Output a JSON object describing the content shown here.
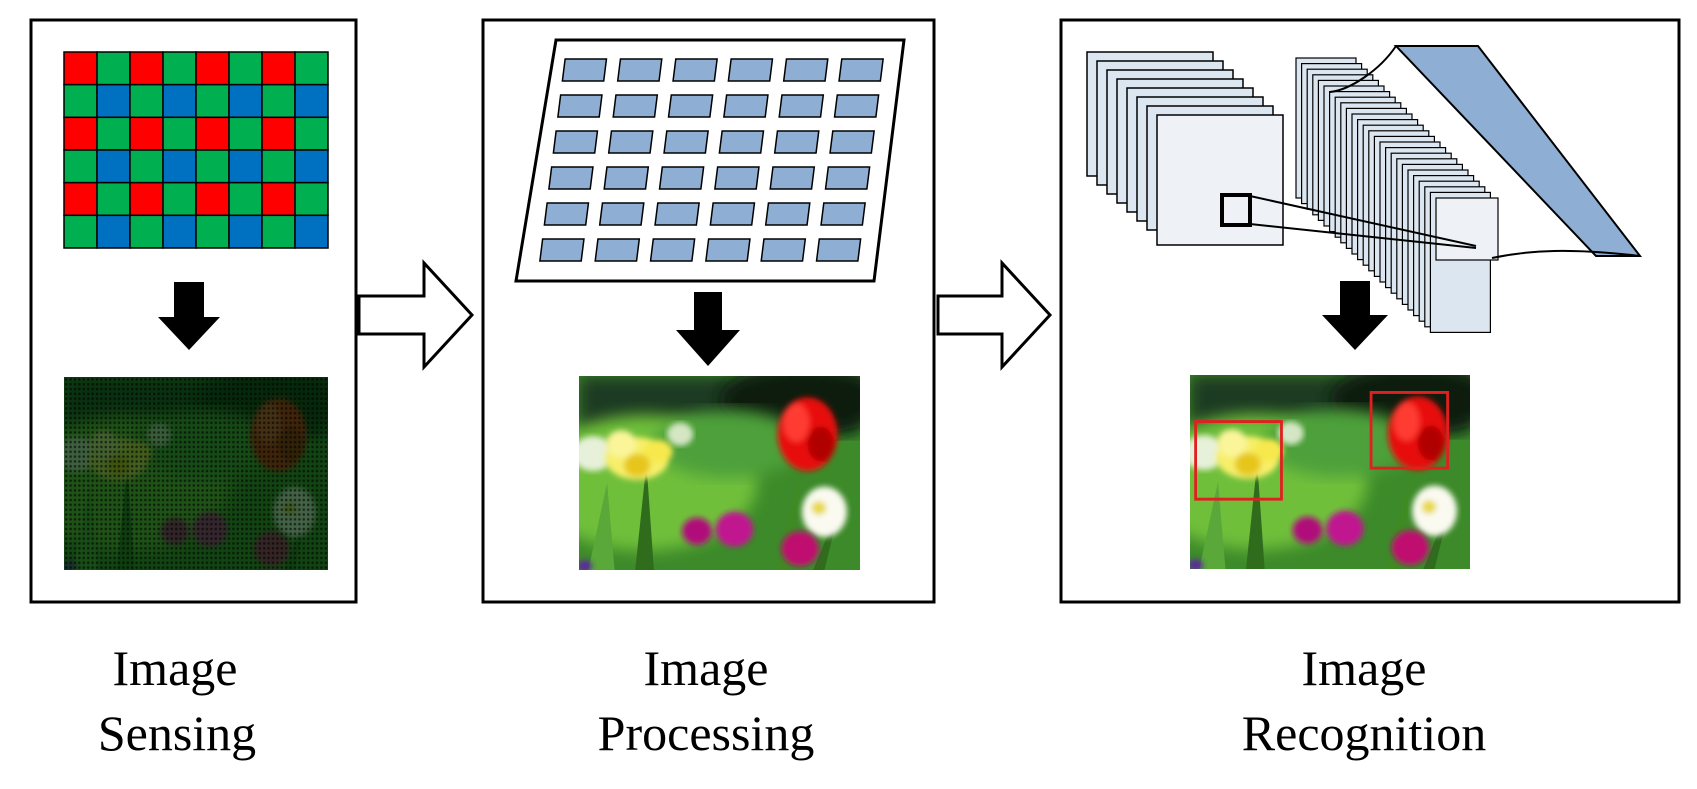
{
  "stages": [
    {
      "line1": "Image",
      "line2": "Sensing"
    },
    {
      "line1": "Image",
      "line2": "Processing"
    },
    {
      "line1": "Image",
      "line2": "Recognition"
    }
  ],
  "colors": {
    "bayer_red": "#ff0000",
    "bayer_green": "#00b050",
    "bayer_blue": "#0070c0",
    "processing_element": "#8eafd3",
    "feature_map_fill": "#dce6f1",
    "detection_box": "#e02020",
    "outline": "#000000"
  },
  "bayer": {
    "rows": 6,
    "cols": 8,
    "pattern": [
      "RG",
      "GB"
    ]
  },
  "processing_array": {
    "rows": 6,
    "cols": 6
  },
  "detections": [
    {
      "object": "yellow-flower-detection"
    },
    {
      "object": "red-tulip-detection"
    }
  ]
}
